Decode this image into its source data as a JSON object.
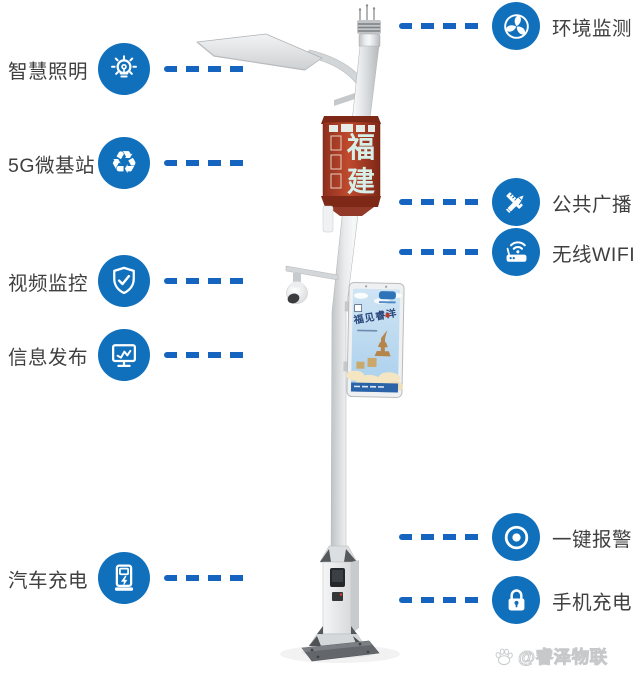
{
  "colors": {
    "icon_blue": "#1170bc",
    "dash_blue": "#1565c0",
    "label_text": "#3f3f3f",
    "banner_red": "#a83a24",
    "poster_blue": "#2a63a8"
  },
  "left_features": [
    {
      "label": "智慧照明",
      "icon": "lightbulb-icon"
    },
    {
      "label": "5G微基站",
      "icon": "recycle-icon"
    },
    {
      "label": "视频监控",
      "icon": "shield-check-icon"
    },
    {
      "label": "信息发布",
      "icon": "monitor-icon"
    },
    {
      "label": "汽车充电",
      "icon": "ev-charger-icon"
    }
  ],
  "right_features": [
    {
      "label": "环境监测",
      "icon": "fan-icon"
    },
    {
      "label": "公共广播",
      "icon": "pencil-ruler-icon"
    },
    {
      "label": "无线WIFI",
      "icon": "wifi-router-icon"
    },
    {
      "label": "一键报警",
      "icon": "alarm-button-icon"
    },
    {
      "label": "手机充电",
      "icon": "padlock-icon"
    }
  ],
  "pole": {
    "banner_chars": [
      "福",
      "建"
    ],
    "poster_title": "福见睿洋"
  },
  "glyphs": {
    "recycle": "♻"
  },
  "watermark": {
    "handle": "@睿泽物联",
    "icon": "paw-icon"
  }
}
